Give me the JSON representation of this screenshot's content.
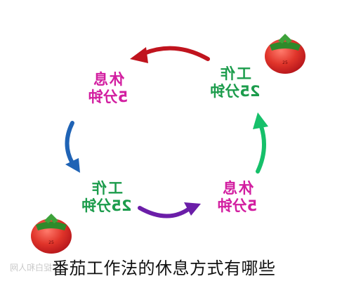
{
  "diagram": {
    "nodes": [
      {
        "id": "rest-top-left",
        "line1": "休息",
        "line2": "5分钟",
        "color": "#d21ea0"
      },
      {
        "id": "work-top-right",
        "line1": "工作",
        "line2": "25分钟",
        "color": "#1c9c4c"
      },
      {
        "id": "work-bottom-left",
        "line1": "工作",
        "line2": "25分钟",
        "color": "#1c9c4c"
      },
      {
        "id": "rest-bottom-right",
        "line1": "休息",
        "line2": "5分钟",
        "color": "#d21ea0"
      }
    ],
    "arrows": [
      {
        "id": "arrow-top",
        "color": "#c0141e"
      },
      {
        "id": "arrow-left",
        "color": "#1f63b5"
      },
      {
        "id": "arrow-bottom",
        "color": "#6b1ea8"
      },
      {
        "id": "arrow-right",
        "color": "#16c06a"
      }
    ],
    "timers": [
      {
        "id": "tomato-timer-top-right",
        "label": "25"
      },
      {
        "id": "tomato-timer-bottom-left",
        "label": "25"
      }
    ]
  },
  "caption": "番茄工作法的休息方式有哪些",
  "watermark": "捉白和人网"
}
